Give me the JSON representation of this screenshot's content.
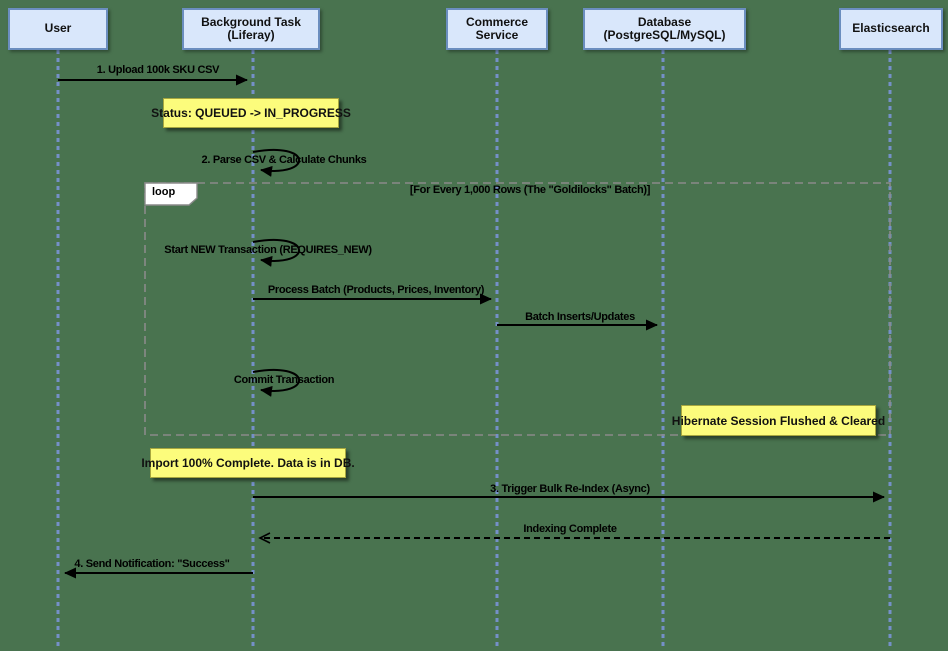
{
  "diagram_type": "uml-sequence-diagram",
  "participants": [
    {
      "label": "User"
    },
    {
      "label": "Background Task (Liferay)"
    },
    {
      "label": "Commerce Service"
    },
    {
      "label": "Database (PostgreSQL/MySQL)"
    },
    {
      "label": "Elasticsearch"
    }
  ],
  "messages": [
    {
      "label": "1. Upload 100k SKU CSV",
      "from": "User",
      "to": "Background Task (Liferay)",
      "style": "solid"
    },
    {
      "label": "2. Parse CSV & Calculate Chunks",
      "from": "Background Task (Liferay)",
      "to": "Background Task (Liferay)",
      "style": "self"
    },
    {
      "label": "Start NEW Transaction (REQUIRES_NEW)",
      "from": "Background Task (Liferay)",
      "to": "Background Task (Liferay)",
      "style": "self"
    },
    {
      "label": "Process Batch (Products, Prices, Inventory)",
      "from": "Background Task (Liferay)",
      "to": "Commerce Service",
      "style": "solid"
    },
    {
      "label": "Batch Inserts/Updates",
      "from": "Commerce Service",
      "to": "Database (PostgreSQL/MySQL)",
      "style": "solid"
    },
    {
      "label": "Commit Transaction",
      "from": "Background Task (Liferay)",
      "to": "Background Task (Liferay)",
      "style": "self"
    },
    {
      "label": "3. Trigger Bulk Re-Index (Async)",
      "from": "Background Task (Liferay)",
      "to": "Elasticsearch",
      "style": "solid"
    },
    {
      "label": "Indexing Complete",
      "from": "Elasticsearch",
      "to": "Background Task (Liferay)",
      "style": "dashed-return"
    },
    {
      "label": "4. Send Notification: \"Success\"",
      "from": "Background Task (Liferay)",
      "to": "User",
      "style": "solid"
    }
  ],
  "notes": [
    {
      "text": "Status: QUEUED -> IN_PROGRESS"
    },
    {
      "text": "Hibernate Session Flushed & Cleared"
    },
    {
      "text": "Import 100% Complete. Data is in DB."
    }
  ],
  "loop": {
    "label": "loop",
    "condition": "[For Every 1,000 Rows (The \"Goldilocks\" Batch)]"
  },
  "colors": {
    "background": "#49734f",
    "participant_fill": "#d9e7fb",
    "participant_border": "#6b8ebf",
    "note_fill": "#fcfc7c",
    "note_border": "#a6a63f",
    "lifeline": "#7590c9",
    "arrow": "#000000",
    "loop_frame": "#8a8a8a"
  }
}
